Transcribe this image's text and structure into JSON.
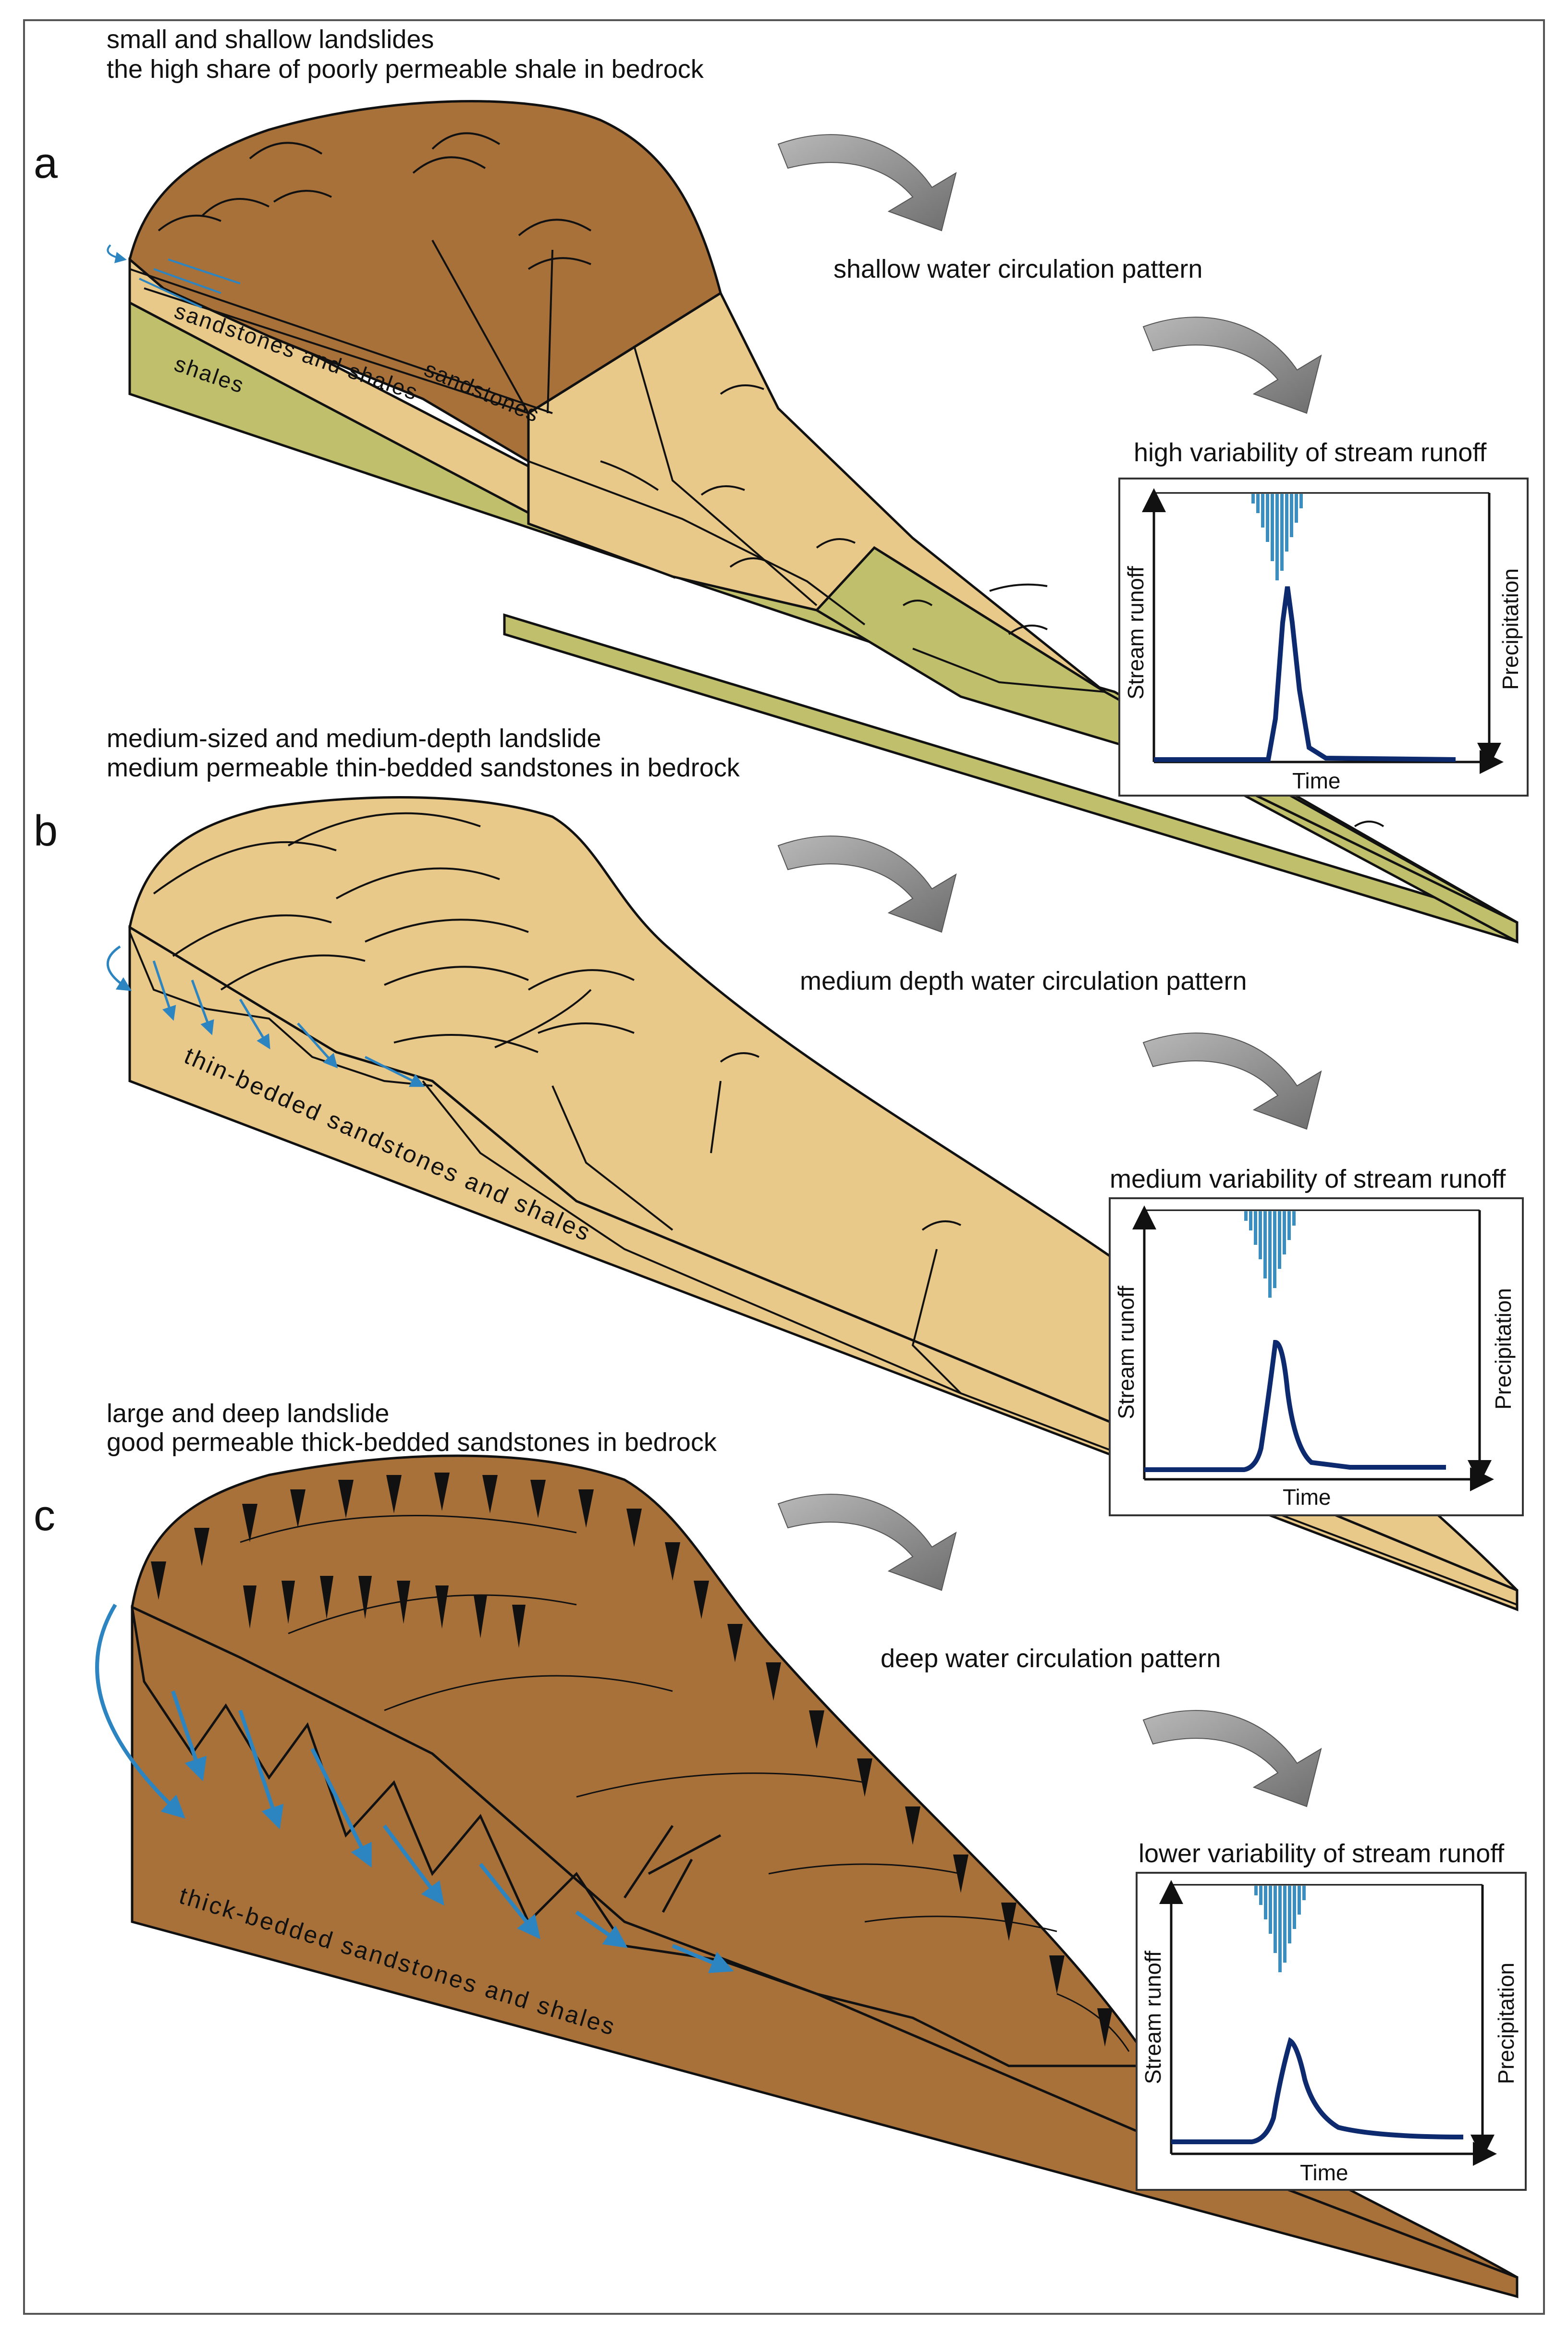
{
  "panels": [
    {
      "letter": "a",
      "heading_line1": "small and shallow landslides",
      "heading_line2": "the high share of poorly permeable shale in bedrock",
      "circulation": "shallow water circulation pattern",
      "runoff_title": "high variability of stream runoff",
      "layer_labels": [
        "sandstones and shales",
        "shales",
        "sandstones"
      ],
      "chart": {
        "ylabel": "Stream runoff",
        "xlabel": "Time",
        "y2label": "Precipitation"
      }
    },
    {
      "letter": "b",
      "heading_line1": "medium-sized and medium-depth landslide",
      "heading_line2": "medium permeable thin-bedded sandstones in bedrock",
      "circulation": "medium depth water circulation pattern",
      "runoff_title": "medium variability of stream runoff",
      "layer_labels": [
        "thin-bedded sandstones and shales"
      ],
      "chart": {
        "ylabel": "Stream  runoff",
        "xlabel": "Time",
        "y2label": "Precipitation"
      }
    },
    {
      "letter": "c",
      "heading_line1": "large and deep landslide",
      "heading_line2": "good permeable thick-bedded sandstones in bedrock",
      "circulation": "deep water circulation pattern",
      "runoff_title": "lower variability of stream runoff",
      "layer_labels": [
        "thick-bedded sandstones and shales"
      ],
      "chart": {
        "ylabel": "Stream  runoff",
        "xlabel": "Time",
        "y2label": "Precipitation"
      }
    }
  ],
  "colors": {
    "frame": "#555555",
    "brown_surface": "#a8713a",
    "light_sand": "#e9c98a",
    "olive_shale": "#bfbf6c",
    "chart_line": "#0d2a6e",
    "precip_bars": "#3a8fc0",
    "water_arrows": "#2c84c0",
    "grey_arrow": "#8a8a8a"
  }
}
